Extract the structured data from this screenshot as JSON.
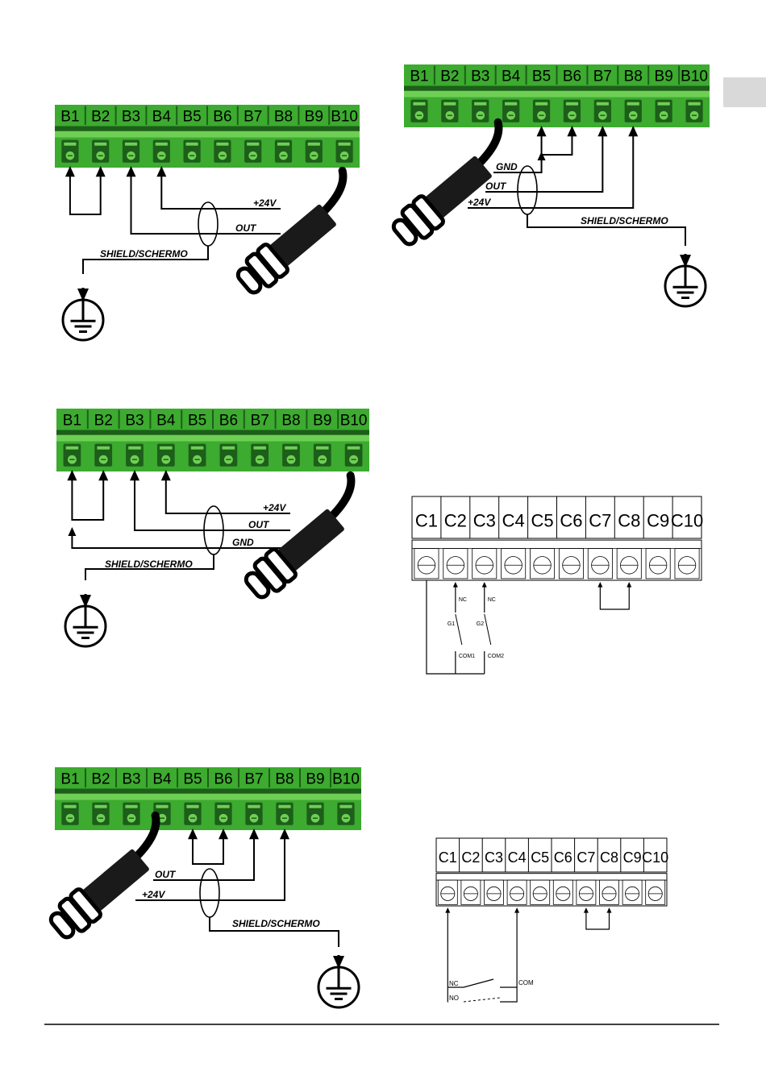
{
  "terminal_labels_b": [
    "B1",
    "B2",
    "B3",
    "B4",
    "B5",
    "B6",
    "B7",
    "B8",
    "B9",
    "B10"
  ],
  "terminal_labels_c": [
    "C1",
    "C2",
    "C3",
    "C4",
    "C5",
    "C6",
    "C7",
    "C8",
    "C9",
    "C10"
  ],
  "labels": {
    "plus24v": "+24V",
    "out": "OUT",
    "gnd": "GND",
    "shield": "SHIELD/SCHERMO",
    "nc": "NC",
    "no": "NO",
    "com": "COM",
    "com1": "COM1",
    "com2": "COM2",
    "g1": "G1",
    "g2": "G2"
  },
  "colors": {
    "terminal_green": "#3cab2f",
    "terminal_dark": "#1d5e1a",
    "terminal_light": "#6fcf55",
    "side_tab": "#d9d9d9"
  }
}
